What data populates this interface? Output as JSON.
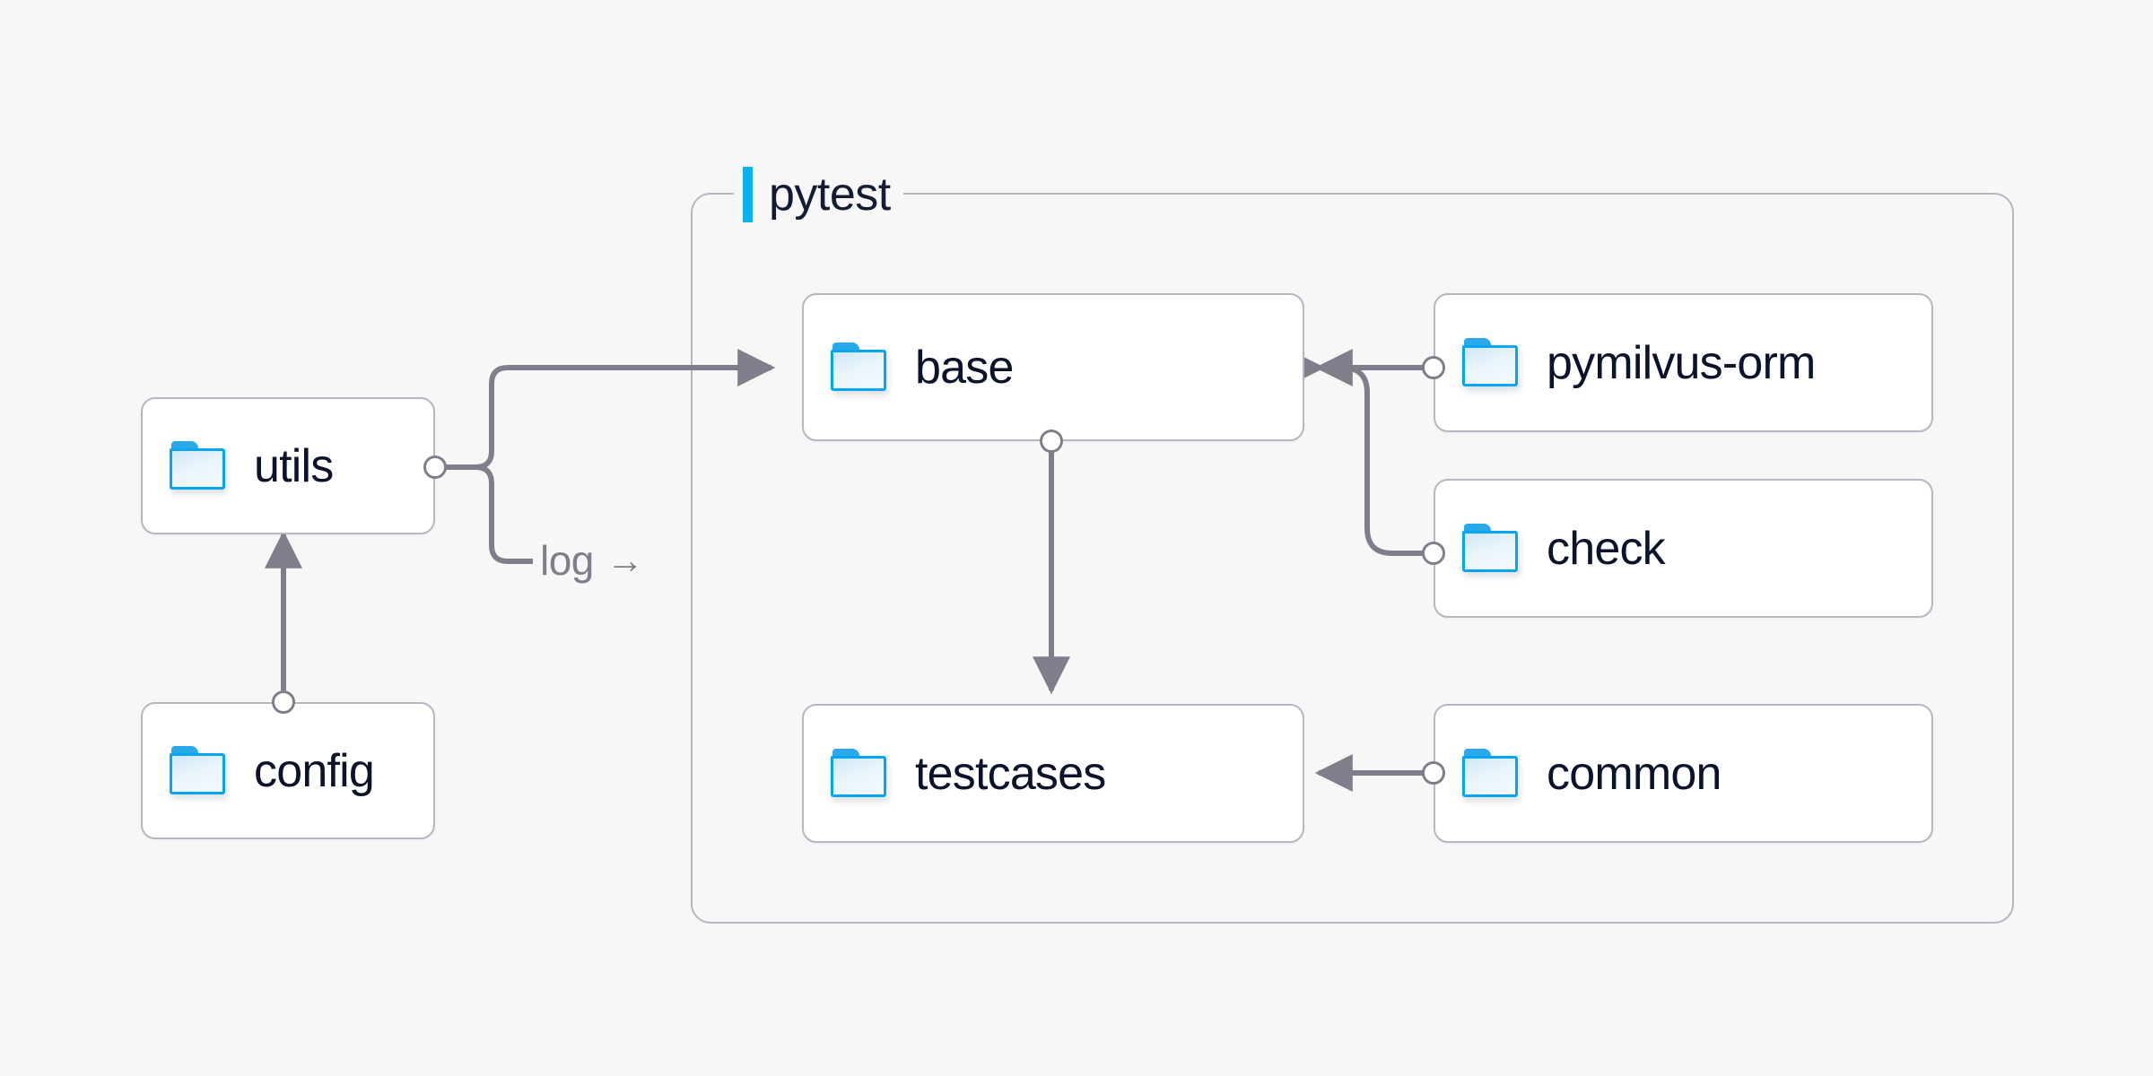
{
  "theme": {
    "background": "#f7f7f8",
    "node_fill": "#ffffff",
    "node_border": "#b8b6c3",
    "edge_stroke": "#7f7f8c",
    "text_color": "#0b1229",
    "accent_blue": "#0bb0ef",
    "folder_outline": "#06a5ef",
    "muted_text": "#7f7f8c"
  },
  "diagram": {
    "type": "architecture-dependency-diagram",
    "group": {
      "label": "pytest",
      "accent_color": "#0bb0ef",
      "icon": "group-accent-bar"
    },
    "nodes": [
      {
        "id": "utils",
        "label": "utils",
        "icon": "folder-icon",
        "inside_group": false
      },
      {
        "id": "config",
        "label": "config",
        "icon": "folder-icon",
        "inside_group": false
      },
      {
        "id": "base",
        "label": "base",
        "icon": "folder-icon",
        "inside_group": true
      },
      {
        "id": "testcases",
        "label": "testcases",
        "icon": "folder-icon",
        "inside_group": true
      },
      {
        "id": "pymilvus-orm",
        "label": "pymilvus-orm",
        "icon": "folder-icon",
        "inside_group": true
      },
      {
        "id": "check",
        "label": "check",
        "icon": "folder-icon",
        "inside_group": true
      },
      {
        "id": "common",
        "label": "common",
        "icon": "folder-icon",
        "inside_group": true
      }
    ],
    "edges": [
      {
        "from": "config",
        "to": "utils",
        "label": "",
        "arrow": "up"
      },
      {
        "from": "utils",
        "to": "base",
        "label": "",
        "arrow": "right"
      },
      {
        "from": "utils",
        "to": "",
        "label": "log",
        "arrow": "right"
      },
      {
        "from": "base",
        "to": "testcases",
        "label": "",
        "arrow": "down"
      },
      {
        "from": "pymilvus-orm",
        "to": "base",
        "label": "",
        "arrow": "left"
      },
      {
        "from": "check",
        "to": "base",
        "label": "",
        "arrow": "left"
      },
      {
        "from": "common",
        "to": "testcases",
        "label": "",
        "arrow": "left"
      }
    ],
    "edge_labels": [
      {
        "text": "log",
        "arrow_glyph": "→"
      }
    ]
  }
}
